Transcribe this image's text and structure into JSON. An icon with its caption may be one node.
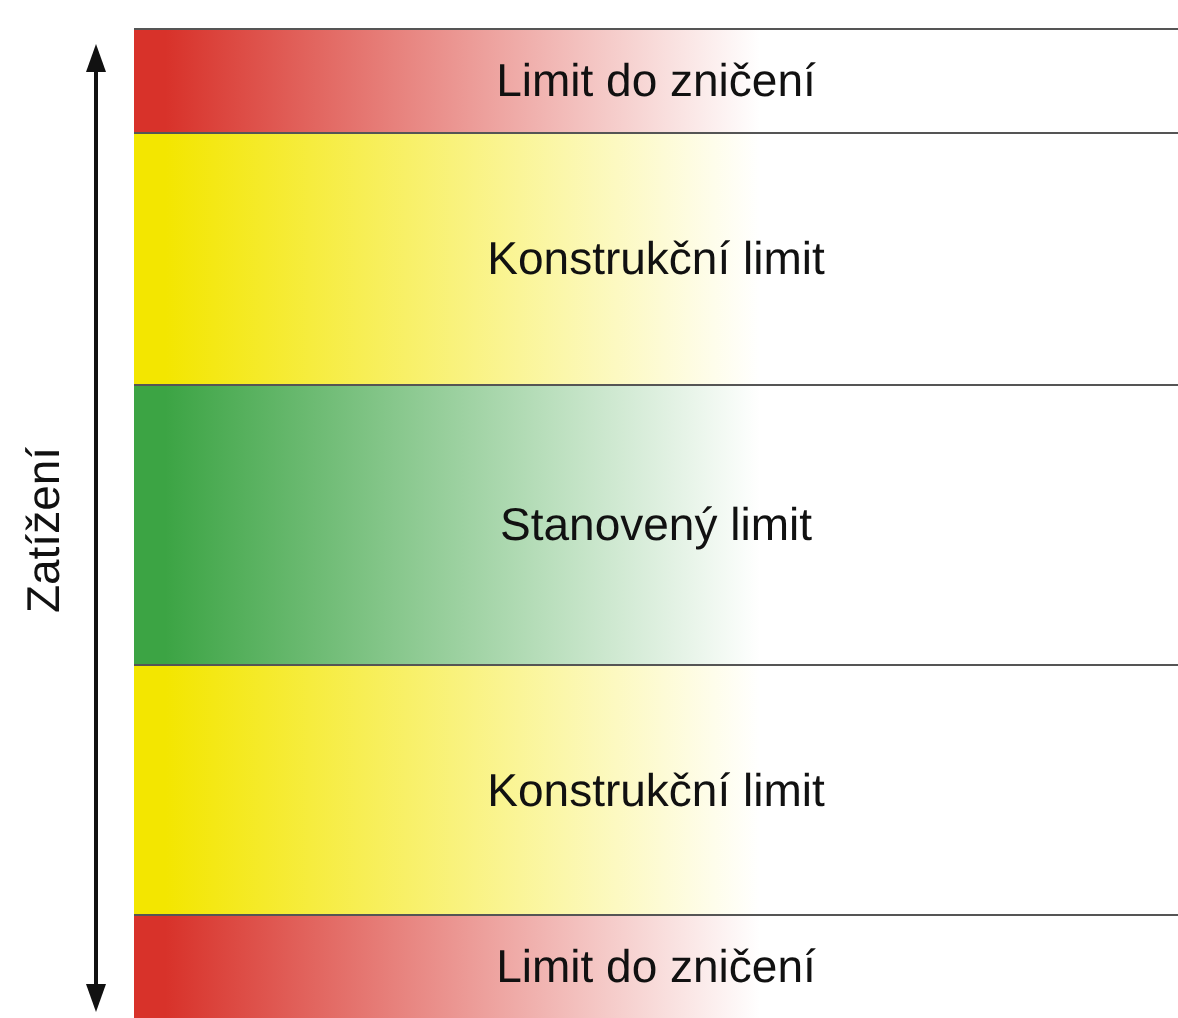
{
  "diagram": {
    "nodes": [
      {
        "text": [
          "Limit do zničení"
        ]
      },
      {
        "text": [
          "Konstrukční limit"
        ]
      },
      {
        "text": [
          "Stanovený limit"
        ]
      },
      {
        "text": [
          "Konstrukční limit"
        ]
      },
      {
        "text": [
          "Limit do zničení"
        ]
      }
    ],
    "labels": [
      "Zatížení"
    ]
  }
}
